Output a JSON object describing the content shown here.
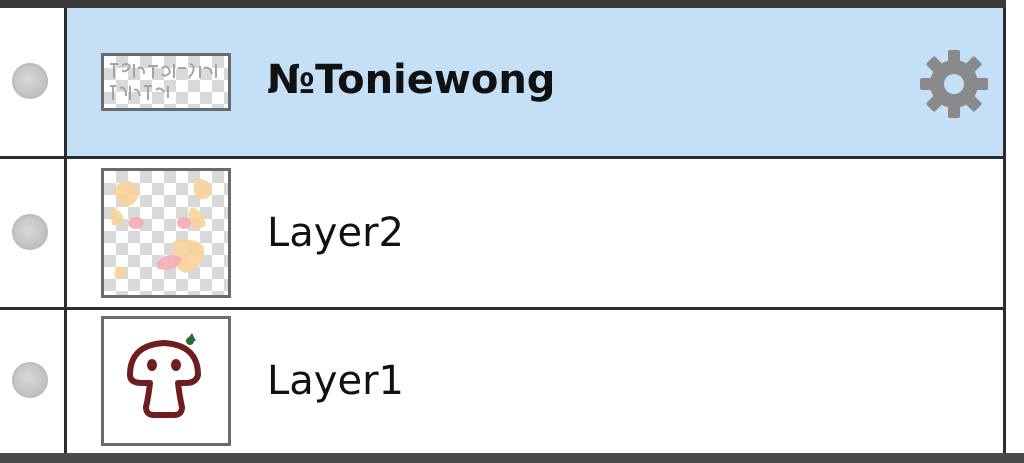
{
  "layers_panel": {
    "layers": [
      {
        "name": "№Toniewong",
        "selected": true,
        "visible": true,
        "is_folder": true,
        "thumbnail": "transparent-text-thumbnail",
        "settings_icon": "gear-icon"
      },
      {
        "name": "Layer2",
        "selected": false,
        "visible": true,
        "thumbnail": "transparent-paint-blobs-thumbnail"
      },
      {
        "name": "Layer1",
        "selected": false,
        "visible": true,
        "thumbnail": "mushroom-drawing-thumbnail"
      }
    ],
    "colors": {
      "selected_row": "#c3e0f7",
      "border": "#2c2c2c",
      "visibility_dot": "#c4c4c4",
      "gear": "#8a8a8a",
      "blob_orange": "#f9d39a",
      "blob_pink": "#f3b1b8",
      "mushroom_outline": "#6e1e1e",
      "leaf_green": "#2e6b3a"
    }
  }
}
